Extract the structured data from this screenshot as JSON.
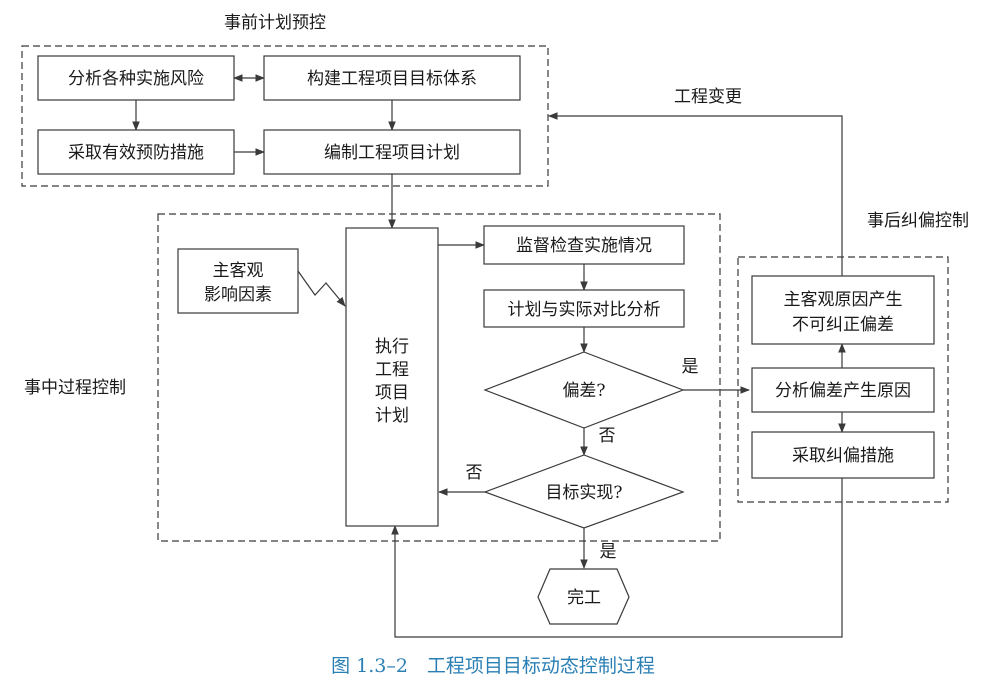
{
  "regions": {
    "pre": "事前计划预控",
    "mid": "事中过程控制",
    "post": "事后纠偏控制"
  },
  "nodes": {
    "risk": "分析各种实施风险",
    "target_system": "构建工程项目目标体系",
    "prevent": "采取有效预防措施",
    "plan": "编制工程项目计划",
    "factors": [
      "主客观",
      "影响因素"
    ],
    "execute": [
      "执行",
      "工程",
      "项目",
      "计划"
    ],
    "supervise": "监督检查实施情况",
    "compare": "计划与实际对比分析",
    "deviation": "偏差?",
    "achieved": "目标实现?",
    "done": "完工",
    "unavoidable": [
      "主客观原因产生",
      "不可纠正偏差"
    ],
    "cause": "分析偏差产生原因",
    "correct": "采取纠偏措施"
  },
  "edge_labels": {
    "change": "工程变更",
    "yes_deviation": "是",
    "no_deviation": "否",
    "no_achieved": "否",
    "yes_achieved": "是"
  },
  "caption": "图 1.3–2　工程项目目标动态控制过程",
  "colors": {
    "line": "#3a3a3a",
    "caption": "#2a7fb4"
  }
}
